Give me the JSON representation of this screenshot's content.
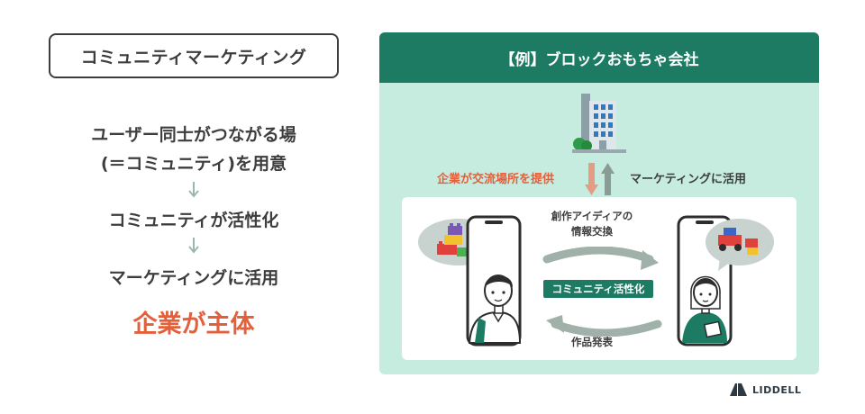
{
  "left": {
    "title": "コミュニティマーケティング",
    "lines": [
      "ユーザー同士がつながる場",
      "(＝コミュニティ)を用意",
      "コミュニティが活性化",
      "マーケティングに活用"
    ],
    "highlight": "企業が主体"
  },
  "example": {
    "header": "【例】ブロックおもちゃ会社",
    "provide_label": "企業が交流場所を提供",
    "marketing_label": "マーケティングに活用",
    "exchange_label_line1": "創作アイディアの",
    "exchange_label_line2": "情報交換",
    "community_label": "コミュニティ活性化",
    "publish_label": "作品発表"
  },
  "footer": {
    "brand": "LIDDELL"
  },
  "colors": {
    "accent_orange": "#e2603c",
    "brand_green": "#1d7a63",
    "panel_mint": "#c6ebdf",
    "text_dark": "#3d3d3d"
  },
  "icons": [
    "building-icon",
    "smartphone-icon",
    "man-user-icon",
    "woman-user-icon",
    "toy-blocks-icon",
    "toy-car-icon",
    "cycle-arrow-icon",
    "liddell-logo-icon"
  ]
}
